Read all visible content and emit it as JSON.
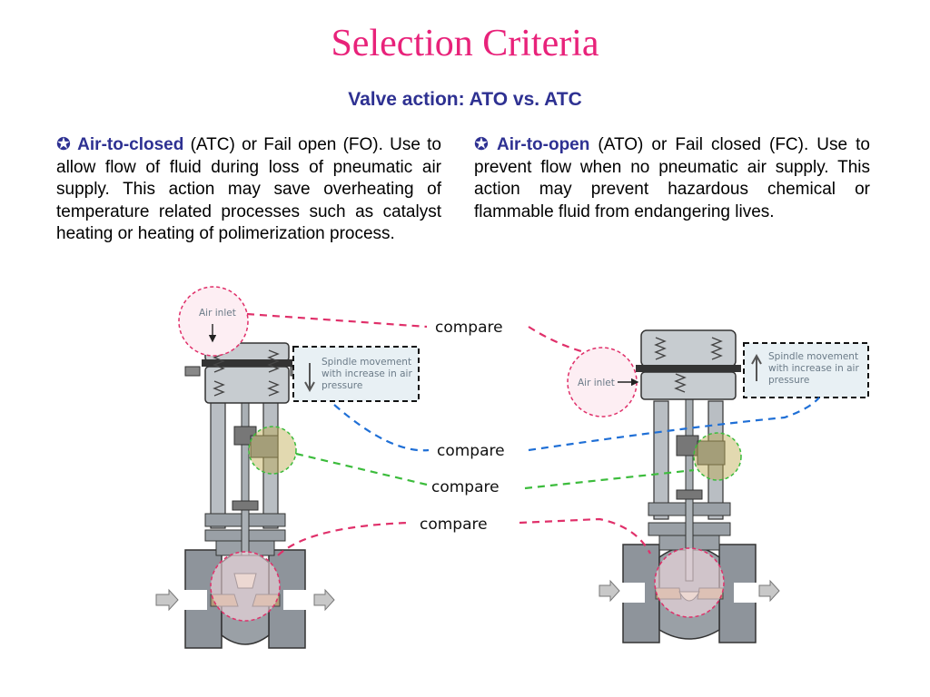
{
  "title": "Selection Criteria",
  "subtitle": "Valve action: ATO vs. ATC",
  "left": {
    "bullet": "✪",
    "term": "Air-to-closed",
    "text": " (ATC) or Fail open (FO). Use to allow flow of fluid during loss of pneumatic air supply. This action may save overheating of temperature related processes such as catalyst heating or heating of polimerization process."
  },
  "right": {
    "bullet": "✪",
    "term": "Air-to-open",
    "text": " (ATO) or Fail closed (FC). Use to prevent flow when no pneumatic air supply. This action may prevent hazardous chemical or flammable fluid from endangering lives."
  },
  "diagram": {
    "air_inlet": "Air inlet",
    "spindle_line1": "Spindle movement",
    "spindle_line2": "with increase in air",
    "spindle_line3": "pressure",
    "compare_1": "compare",
    "compare_2": "compare",
    "compare_3": "compare",
    "compare_4": "compare",
    "colors": {
      "magenta": "#e0306a",
      "blue": "#1f6fd6",
      "green": "#3cbc3c",
      "gray": "#8e949b",
      "dark": "#222222"
    }
  }
}
